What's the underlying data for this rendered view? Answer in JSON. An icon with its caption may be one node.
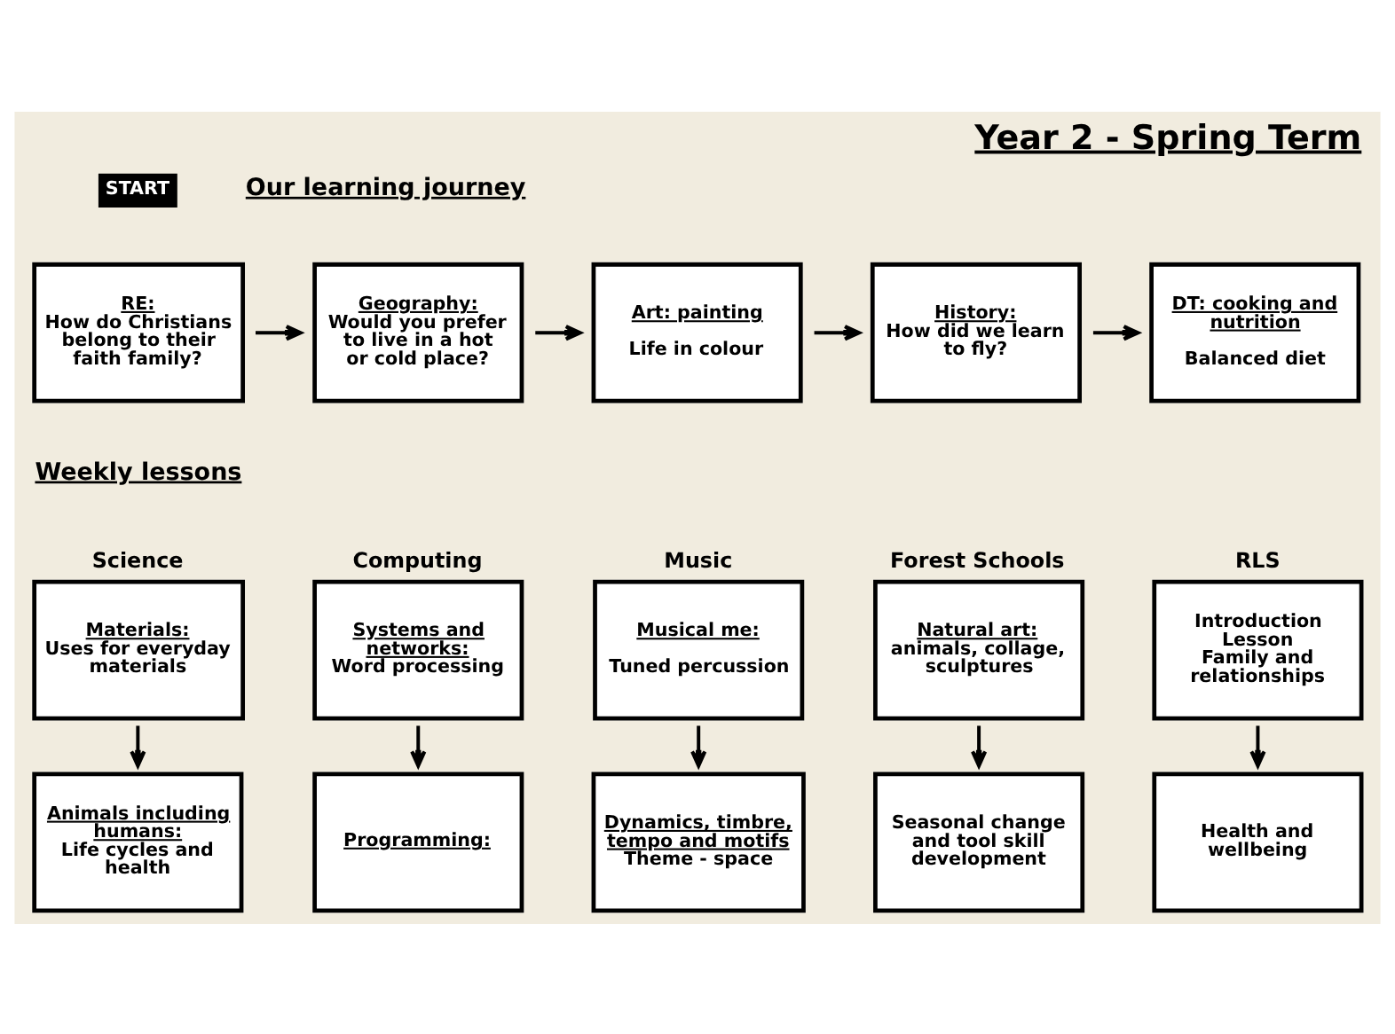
{
  "diagram": {
    "title": "Year 2 - Spring Term",
    "nodes": [
      {
        "text": [
          "RE:",
          "How do Christians belong to their faith family?"
        ]
      },
      {
        "text": [
          "Geography:",
          "Would you prefer to live in a hot or cold place?"
        ]
      },
      {
        "text": [
          "Art: painting",
          "Life in colour"
        ]
      },
      {
        "text": [
          "History:",
          "How did we learn to fly?"
        ]
      },
      {
        "text": [
          "DT: cooking and nutrition",
          "Balanced diet"
        ]
      },
      {
        "text": [
          "Materials:",
          "Uses for everyday materials"
        ],
        "beside": [
          "Science"
        ]
      },
      {
        "text": [
          "Animals including humans:",
          "Life cycles and health"
        ]
      },
      {
        "text": [
          "Systems and networks:",
          "Word processing"
        ],
        "beside": [
          "Computing"
        ]
      },
      {
        "text": [
          "Programming:"
        ]
      },
      {
        "text": [
          "Musical me:",
          "Tuned percussion"
        ],
        "beside": [
          "Music"
        ]
      },
      {
        "text": [
          "Dynamics, timbre, tempo and motifs",
          "Theme - space"
        ]
      },
      {
        "text": [
          "Natural art:",
          "animals, collage, sculptures"
        ],
        "beside": [
          "Forest Schools"
        ]
      },
      {
        "text": [
          "Seasonal change and tool skill development"
        ]
      },
      {
        "text": [
          "Introduction Lesson",
          "Family and relationships"
        ],
        "beside": [
          "RLS"
        ]
      },
      {
        "text": [
          "Health and wellbeing"
        ]
      }
    ],
    "edges": [
      {
        "from": 0,
        "to": 1,
        "arrow": "to"
      },
      {
        "from": 1,
        "to": 2,
        "arrow": "to"
      },
      {
        "from": 2,
        "to": 3,
        "arrow": "to"
      },
      {
        "from": 3,
        "to": 4,
        "arrow": "to"
      },
      {
        "from": 5,
        "to": 6,
        "arrow": "to"
      },
      {
        "from": 7,
        "to": 8,
        "arrow": "to"
      },
      {
        "from": 9,
        "to": 10,
        "arrow": "to"
      },
      {
        "from": 11,
        "to": 12,
        "arrow": "to"
      },
      {
        "from": 13,
        "to": 14,
        "arrow": "to"
      }
    ],
    "labels": [
      "START",
      "Our learning journey",
      "Weekly lessons"
    ]
  }
}
